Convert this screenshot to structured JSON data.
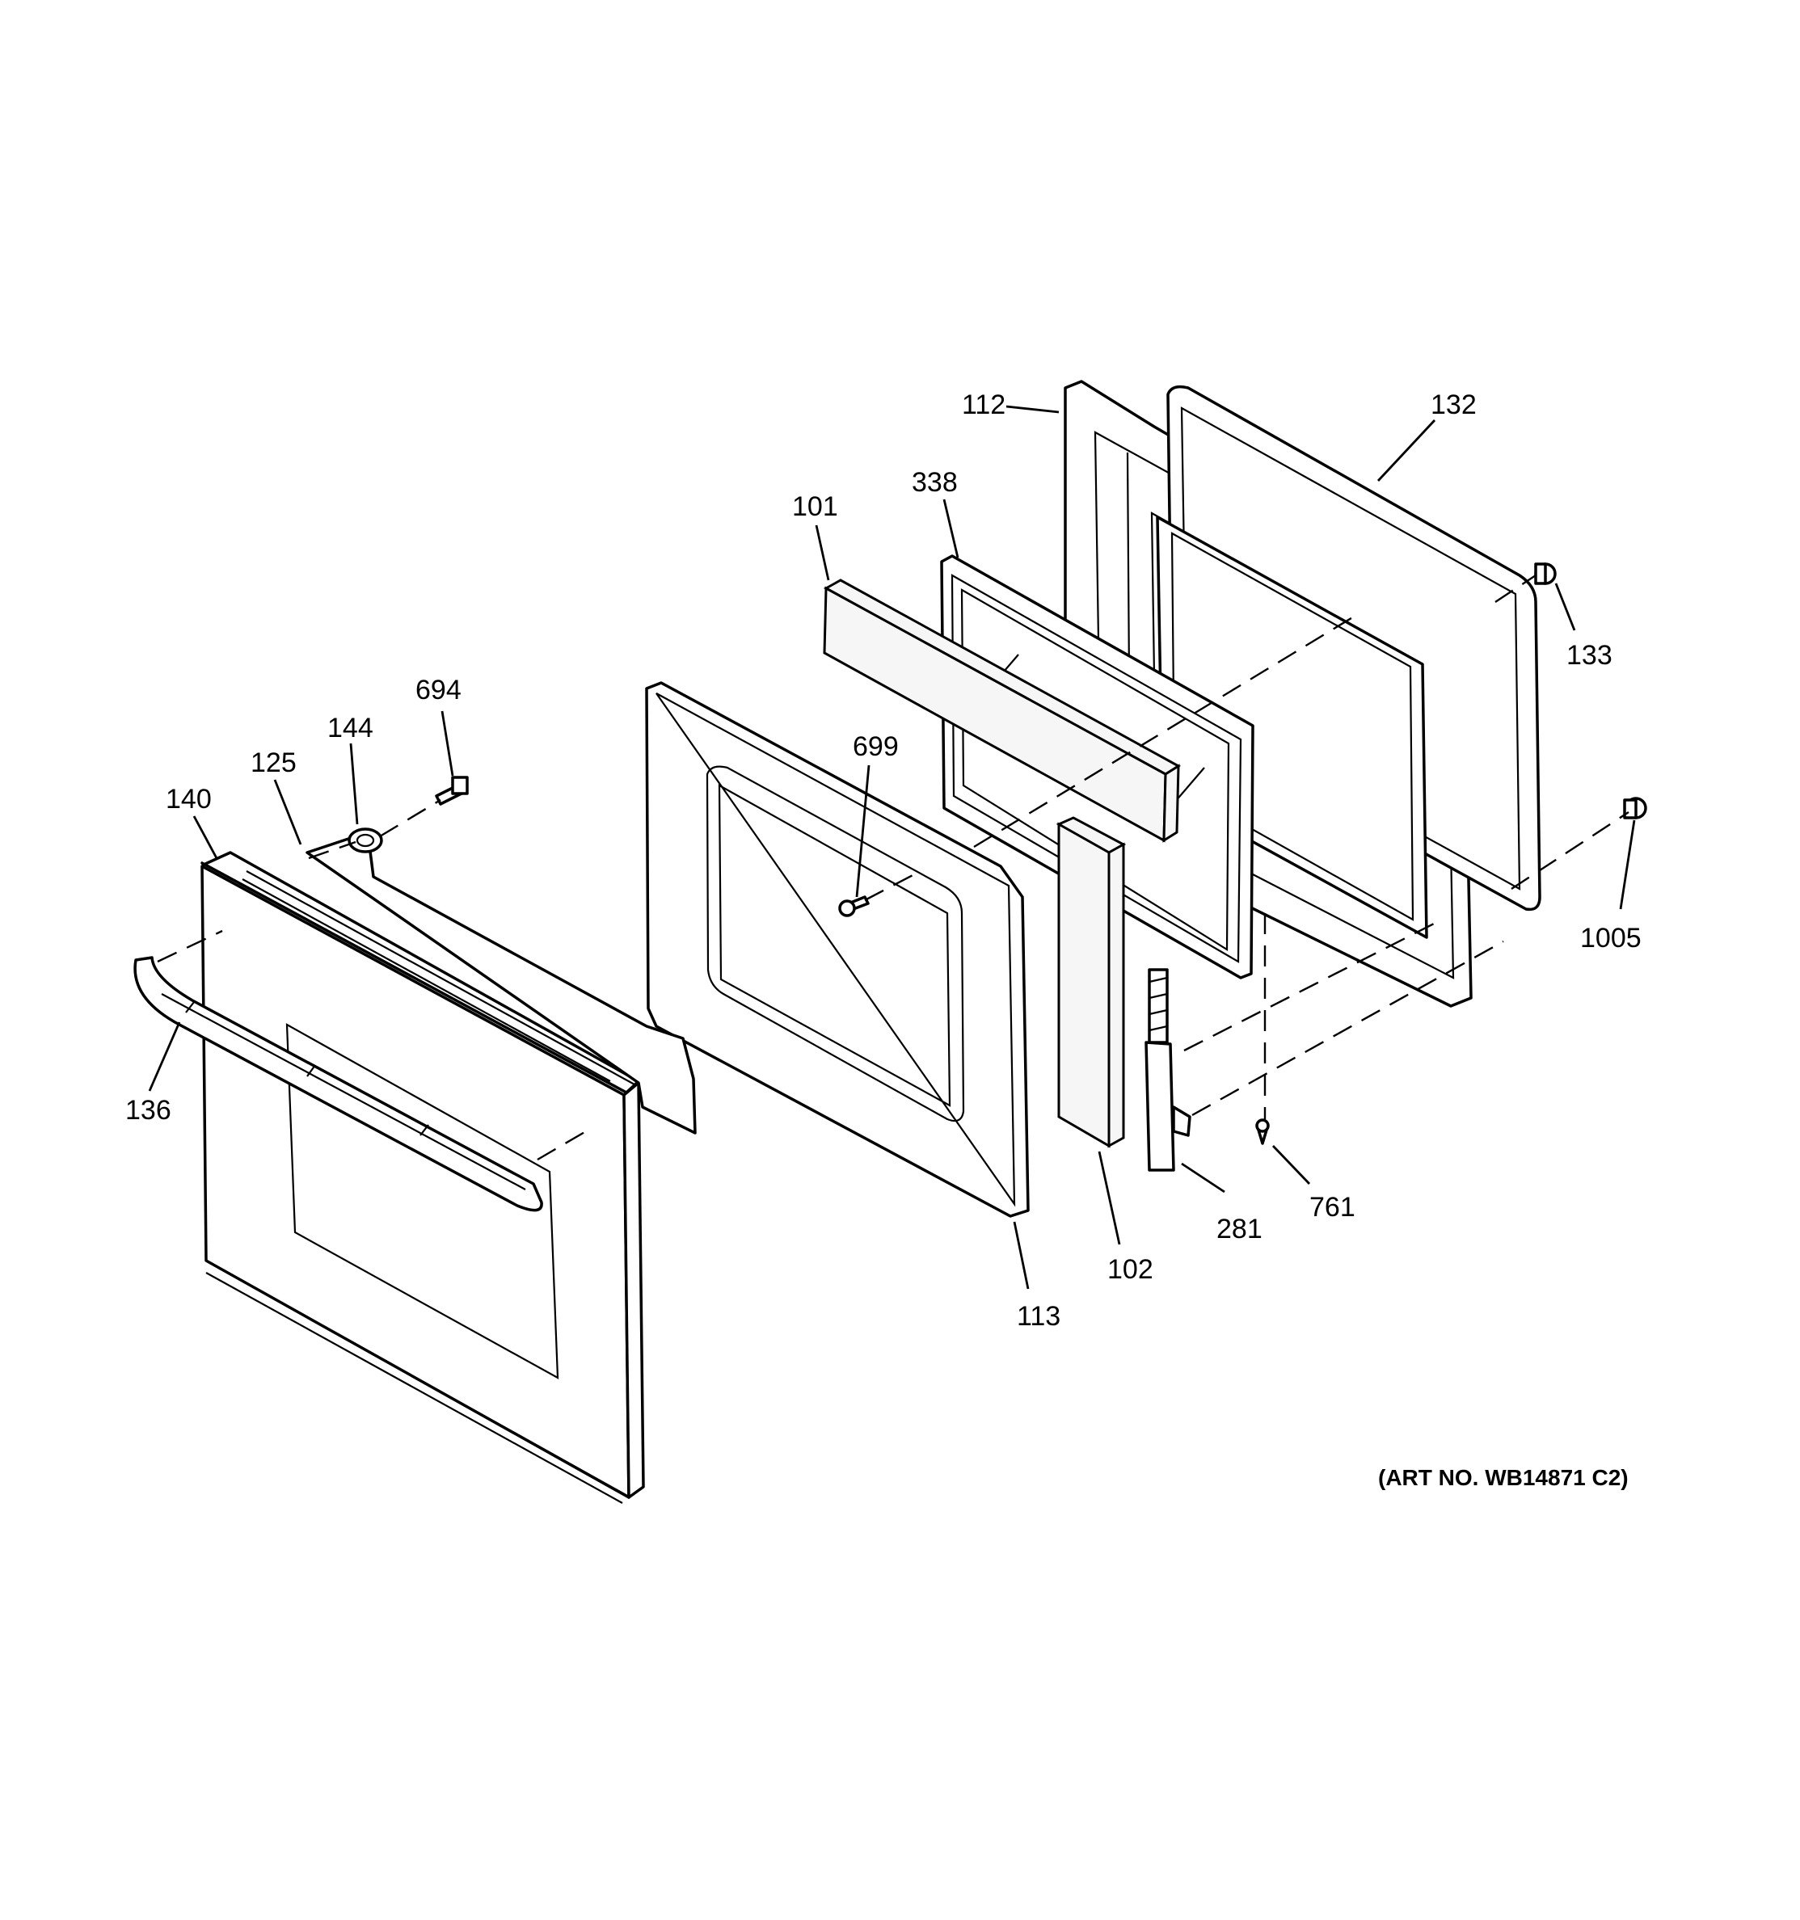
{
  "diagram": {
    "art_number": "(ART NO. WB14871 C2)",
    "callouts": [
      {
        "id": "112",
        "text": "112"
      },
      {
        "id": "132",
        "text": "132"
      },
      {
        "id": "338",
        "text": "338"
      },
      {
        "id": "101",
        "text": "101"
      },
      {
        "id": "133",
        "text": "133"
      },
      {
        "id": "694",
        "text": "694"
      },
      {
        "id": "144",
        "text": "144"
      },
      {
        "id": "125",
        "text": "125"
      },
      {
        "id": "140",
        "text": "140"
      },
      {
        "id": "699",
        "text": "699"
      },
      {
        "id": "1005",
        "text": "1005"
      },
      {
        "id": "136",
        "text": "136"
      },
      {
        "id": "281",
        "text": "281"
      },
      {
        "id": "761",
        "text": "761"
      },
      {
        "id": "102",
        "text": "102"
      },
      {
        "id": "113",
        "text": "113"
      }
    ]
  }
}
